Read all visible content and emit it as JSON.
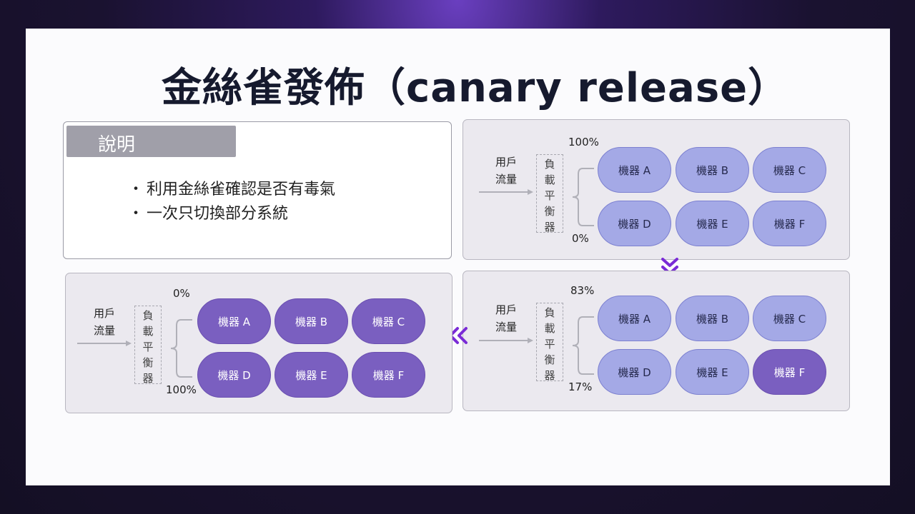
{
  "title": "金絲雀發佈（canary release）",
  "description": {
    "header": "說明",
    "bullets": [
      "利用金絲雀確認是否有毒氣",
      "一次只切換部分系統"
    ]
  },
  "labels": {
    "user_line1": "用戶",
    "user_line2": "流量",
    "lb_chars": [
      "負",
      "載",
      "平",
      "衡",
      "器"
    ]
  },
  "panels": {
    "step1": {
      "top_pct": "100%",
      "bottom_pct": "0%",
      "machines": [
        {
          "label": "機器 A",
          "state": "old"
        },
        {
          "label": "機器 B",
          "state": "old"
        },
        {
          "label": "機器 C",
          "state": "old"
        },
        {
          "label": "機器 D",
          "state": "old"
        },
        {
          "label": "機器 E",
          "state": "old"
        },
        {
          "label": "機器 F",
          "state": "old"
        }
      ]
    },
    "step2": {
      "top_pct": "83%",
      "bottom_pct": "17%",
      "machines": [
        {
          "label": "機器 A",
          "state": "old"
        },
        {
          "label": "機器 B",
          "state": "old"
        },
        {
          "label": "機器 C",
          "state": "old"
        },
        {
          "label": "機器 D",
          "state": "old"
        },
        {
          "label": "機器 E",
          "state": "old"
        },
        {
          "label": "機器 F",
          "state": "new"
        }
      ]
    },
    "step3": {
      "top_pct": "0%",
      "bottom_pct": "100%",
      "machines": [
        {
          "label": "機器 A",
          "state": "new"
        },
        {
          "label": "機器 B",
          "state": "new"
        },
        {
          "label": "機器 C",
          "state": "new"
        },
        {
          "label": "機器 D",
          "state": "new"
        },
        {
          "label": "機器 E",
          "state": "new"
        },
        {
          "label": "機器 F",
          "state": "new"
        }
      ]
    }
  },
  "colors": {
    "old_machine": "#a4a9e6",
    "new_machine": "#7a5fc0",
    "arrow_accent": "#7a2bd6"
  },
  "icons": {
    "down_arrow": "double-chevron-down-icon",
    "left_arrow": "double-chevron-left-icon"
  }
}
